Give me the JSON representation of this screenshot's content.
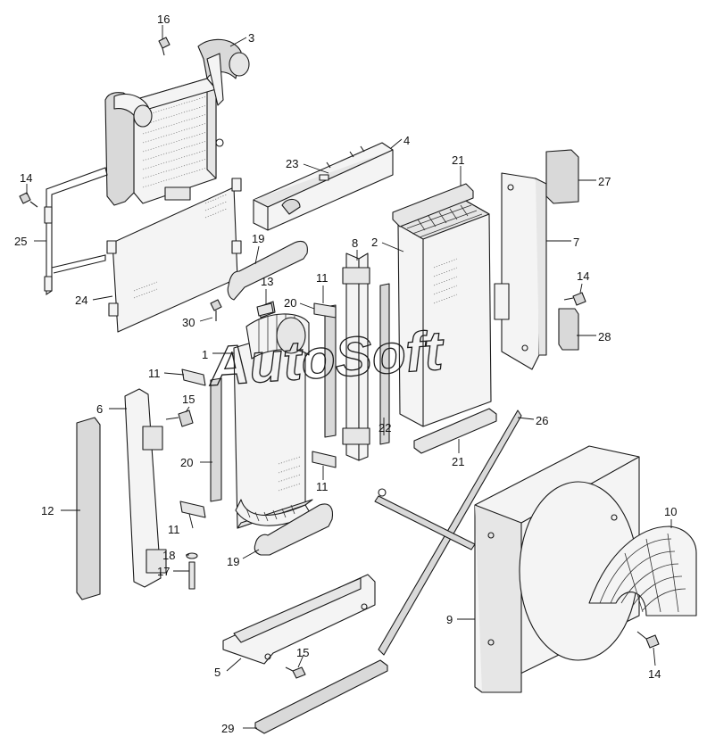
{
  "watermark": "AutoSoft",
  "callouts": [
    {
      "id": "c16a",
      "text": "16"
    },
    {
      "id": "c3",
      "text": "3"
    },
    {
      "id": "c4",
      "text": "4"
    },
    {
      "id": "c23",
      "text": "23"
    },
    {
      "id": "c21a",
      "text": "21"
    },
    {
      "id": "c27",
      "text": "27"
    },
    {
      "id": "c14a",
      "text": "14"
    },
    {
      "id": "c25",
      "text": "25"
    },
    {
      "id": "c19a",
      "text": "19"
    },
    {
      "id": "c8",
      "text": "8"
    },
    {
      "id": "c2",
      "text": "2"
    },
    {
      "id": "c7",
      "text": "7"
    },
    {
      "id": "c24",
      "text": "24"
    },
    {
      "id": "c13",
      "text": "13"
    },
    {
      "id": "c11a",
      "text": "11"
    },
    {
      "id": "c14b",
      "text": "14"
    },
    {
      "id": "c20a",
      "text": "20"
    },
    {
      "id": "c30",
      "text": "30"
    },
    {
      "id": "c28",
      "text": "28"
    },
    {
      "id": "c1",
      "text": "1"
    },
    {
      "id": "c11b",
      "text": "11"
    },
    {
      "id": "c15a",
      "text": "15"
    },
    {
      "id": "c6",
      "text": "6"
    },
    {
      "id": "c26",
      "text": "26"
    },
    {
      "id": "c22",
      "text": "22"
    },
    {
      "id": "c21b",
      "text": "21"
    },
    {
      "id": "c20b",
      "text": "20"
    },
    {
      "id": "c11c",
      "text": "11"
    },
    {
      "id": "c10",
      "text": "10"
    },
    {
      "id": "c12",
      "text": "12"
    },
    {
      "id": "c11d",
      "text": "11"
    },
    {
      "id": "c18",
      "text": "18"
    },
    {
      "id": "c19b",
      "text": "19"
    },
    {
      "id": "c17",
      "text": "17"
    },
    {
      "id": "c9",
      "text": "9"
    },
    {
      "id": "c15b",
      "text": "15"
    },
    {
      "id": "c5",
      "text": "5"
    },
    {
      "id": "c14c",
      "text": "14"
    },
    {
      "id": "c29",
      "text": "29"
    }
  ]
}
